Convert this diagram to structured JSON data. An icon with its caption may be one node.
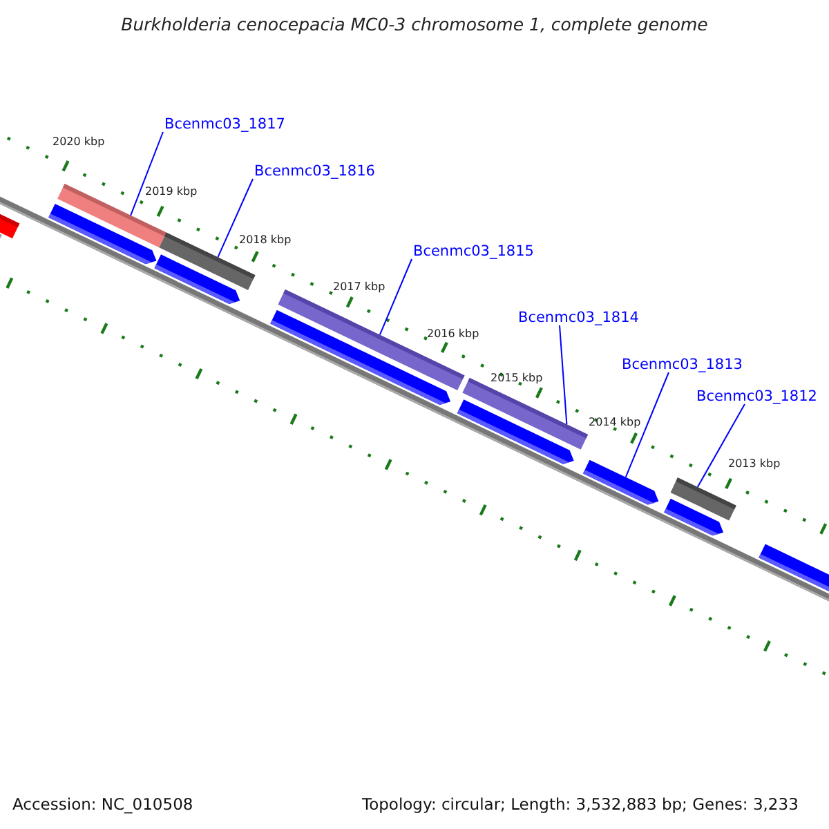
{
  "diagram": {
    "title": "Burkholderia cenocepacia MC0-3 chromosome 1, complete genome",
    "nodes": [
      {
        "text": [
          "Bcenmc03_1817"
        ]
      },
      {
        "text": [
          "Bcenmc03_1816"
        ]
      },
      {
        "text": [
          "Bcenmc03_1815"
        ]
      },
      {
        "text": [
          "Bcenmc03_1814"
        ]
      },
      {
        "text": [
          "Bcenmc03_1813"
        ]
      },
      {
        "text": [
          "Bcenmc03_1812"
        ]
      },
      {
        "text": [],
        "shape": "bar"
      },
      {
        "text": [],
        "shape": "bar"
      },
      {
        "text": [],
        "shape": "bar"
      },
      {
        "text": [],
        "shape": "bar"
      },
      {
        "text": [],
        "shape": "arrow"
      },
      {
        "text": [],
        "shape": "bar"
      }
    ],
    "edges": [
      {
        "from": 0,
        "to": 6,
        "arrow": "none"
      },
      {
        "from": 1,
        "to": 7,
        "arrow": "none"
      },
      {
        "from": 2,
        "to": 8,
        "arrow": "none"
      },
      {
        "from": 3,
        "to": 9,
        "arrow": "none"
      },
      {
        "from": 4,
        "to": 10,
        "arrow": "none"
      },
      {
        "from": 5,
        "to": 11,
        "arrow": "none"
      }
    ],
    "labels": [
      "2020 kbp",
      "2019 kbp",
      "2018 kbp",
      "2017 kbp",
      "2016 kbp",
      "2015 kbp",
      "2014 kbp",
      "2013 kbp",
      "Accession: NC_010508",
      "Topology: circular; Length: 3,532,883 bp; Genes: 3,233"
    ]
  }
}
